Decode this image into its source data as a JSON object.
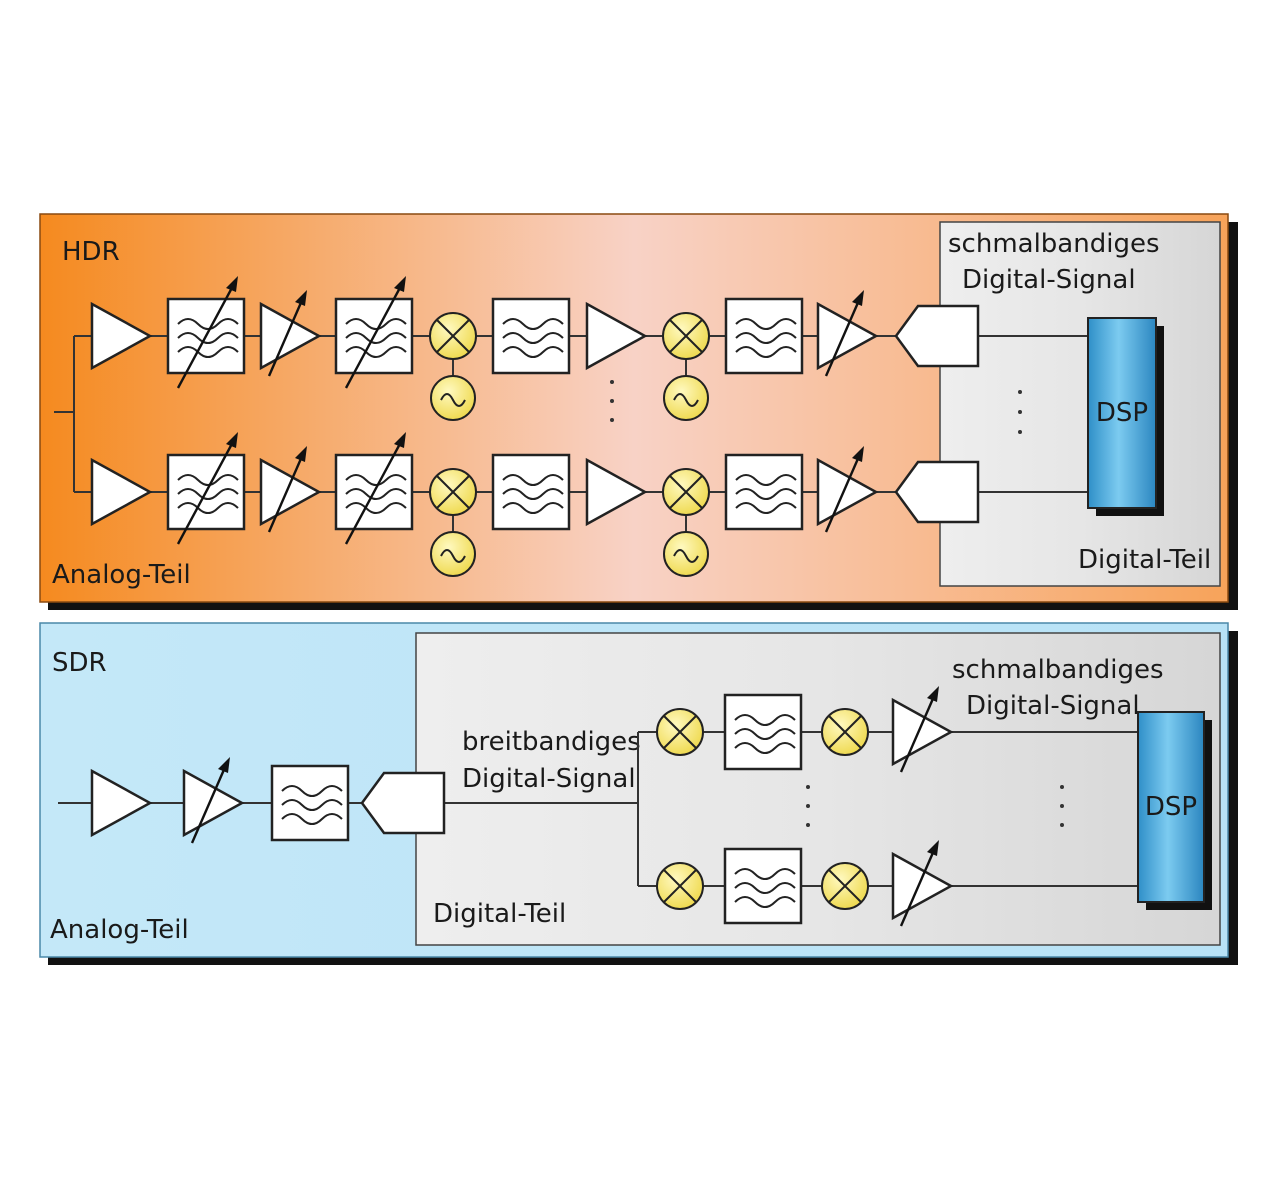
{
  "hdr": {
    "title": "HDR",
    "analog_label": "Analog-Teil",
    "digital_label": "Digital-Teil",
    "signal_label_line1": "schmalbandiges",
    "signal_label_line2": "Digital-Signal",
    "dsp_label": "DSP",
    "colors": {
      "gradient_start": "#f58a1f",
      "gradient_mid": "#f8d2c6",
      "gradient_end": "#f7a35a"
    }
  },
  "sdr": {
    "title": "SDR",
    "analog_label": "Analog-Teil",
    "digital_label": "Digital-Teil",
    "wide_label_line1": "breitbandiges",
    "wide_label_line2": "Digital-Signal",
    "narrow_label_line1": "schmalbandiges",
    "narrow_label_line2": "Digital-Signal",
    "dsp_label": "DSP",
    "colors": {
      "background": "#bfe6f7"
    }
  },
  "colors": {
    "mixer": "#f5e66a",
    "dsp": "#4aa9dc",
    "digital_area": "#e4e4e4"
  }
}
